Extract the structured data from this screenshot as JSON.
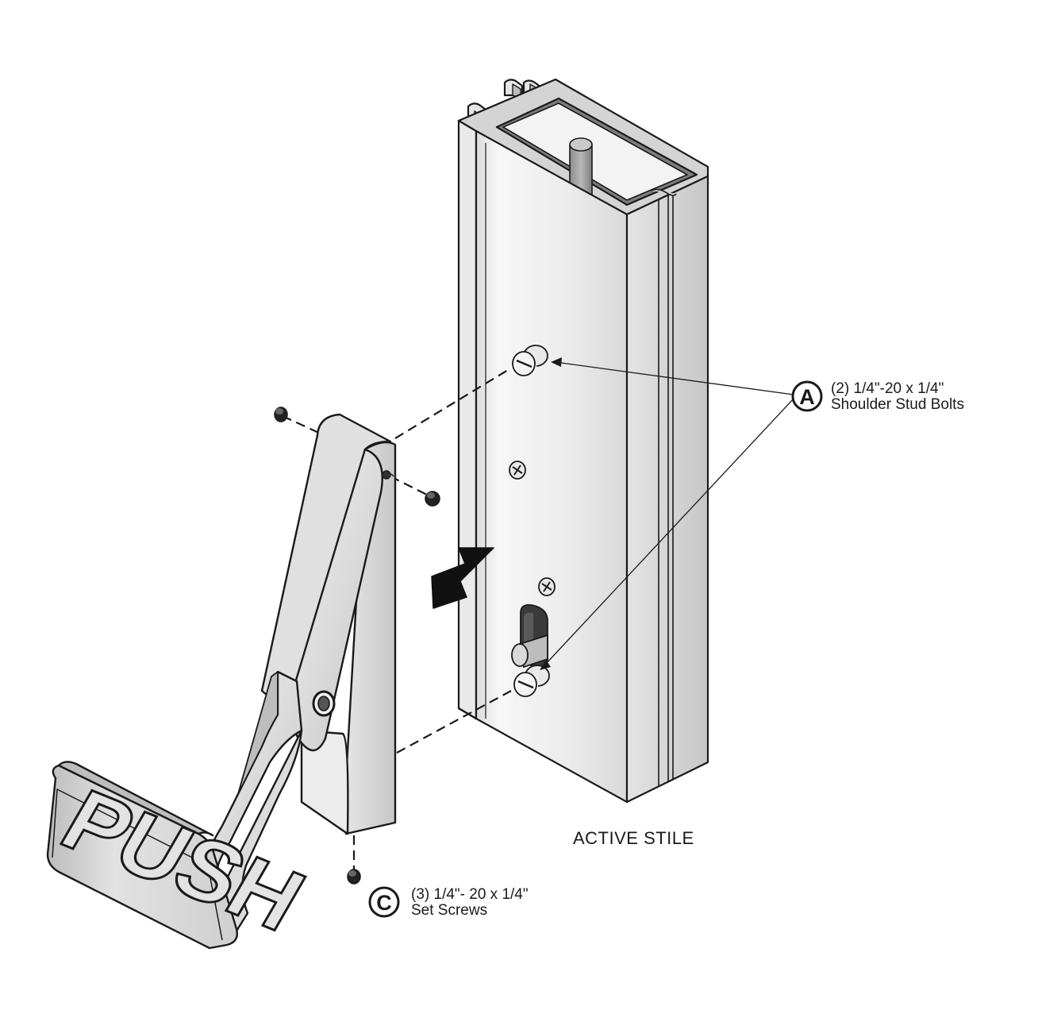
{
  "callouts": {
    "a": {
      "letter": "A",
      "line1": "(2) 1/4\"-20 x 1/4\"",
      "line2": "Shoulder Stud Bolts"
    },
    "c": {
      "letter": "C",
      "line1": "(3) 1/4\"- 20 x 1/4\"",
      "line2": "Set Screws"
    }
  },
  "stile_label": "ACTIVE STILE",
  "handle_text": "PUSH",
  "colors": {
    "line": "#1a1a1a",
    "metal_light": "#efefef",
    "metal_mid": "#d6d6d6",
    "metal_dark": "#9a9a9a",
    "arrow": "#111111"
  }
}
